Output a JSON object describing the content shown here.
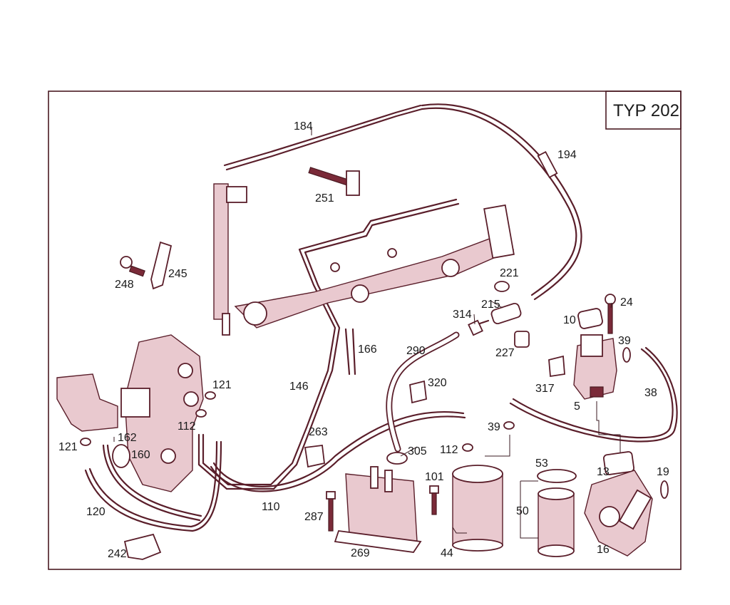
{
  "type_box": {
    "text": "TYP 202"
  },
  "labels": {
    "l184": "184",
    "l194": "194",
    "l251": "251",
    "l248": "248",
    "l245": "245",
    "l221": "221",
    "l215": "215",
    "l314": "314",
    "l24": "24",
    "l10": "10",
    "l39a": "39",
    "l227": "227",
    "l166": "166",
    "l290": "290",
    "l146": "146",
    "l317": "317",
    "l38": "38",
    "l5": "5",
    "l320": "320",
    "l121a": "121",
    "l112a": "112",
    "l263": "263",
    "l39b": "39",
    "l112b": "112",
    "l305": "305",
    "l121b": "121",
    "l162": "162",
    "l160": "160",
    "l53": "53",
    "l13": "13",
    "l19": "19",
    "l101": "101",
    "l50": "50",
    "l120": "120",
    "l110": "110",
    "l287": "287",
    "l16": "16",
    "l242": "242",
    "l269": "269",
    "l44": "44"
  }
}
